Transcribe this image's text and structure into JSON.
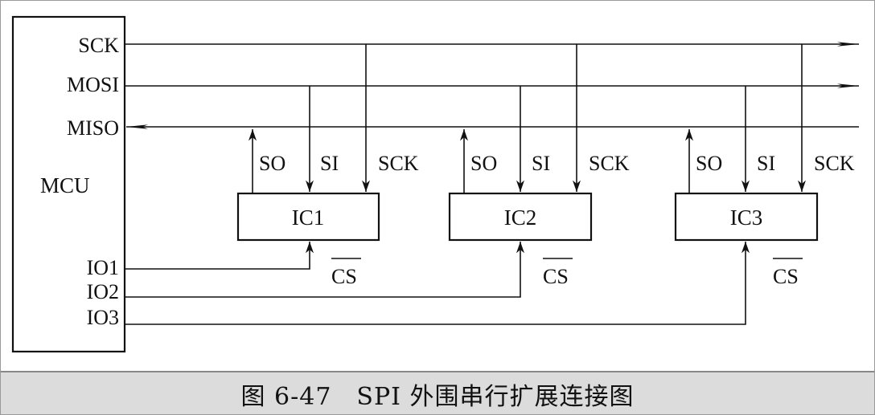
{
  "mcu": {
    "label": "MCU",
    "pins": {
      "sck": "SCK",
      "mosi": "MOSI",
      "miso": "MISO",
      "io1": "IO1",
      "io2": "IO2",
      "io3": "IO3"
    }
  },
  "chips": [
    {
      "name": "IC1",
      "so": "SO",
      "si": "SI",
      "sck": "SCK",
      "cs": "CS"
    },
    {
      "name": "IC2",
      "so": "SO",
      "si": "SI",
      "sck": "SCK",
      "cs": "CS"
    },
    {
      "name": "IC3",
      "so": "SO",
      "si": "SI",
      "sck": "SCK",
      "cs": "CS"
    }
  ],
  "caption": "图 6-47　SPI 外围串行扩展连接图",
  "colors": {
    "line": "#111111",
    "caption_bg": "#dcdcdc"
  }
}
